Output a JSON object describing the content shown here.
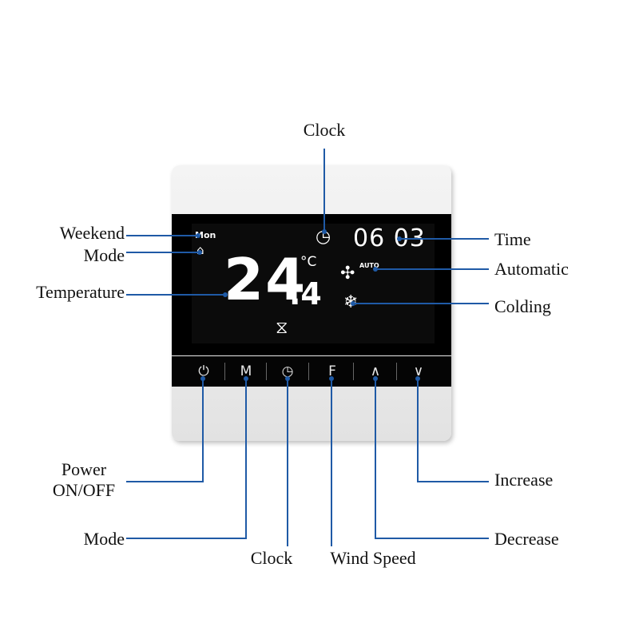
{
  "labels": {
    "clock_top": "Clock",
    "weekend": "Weekend",
    "mode_left": "Mode",
    "temperature": "Temperature",
    "time": "Time",
    "automatic": "Automatic",
    "colding": "Colding",
    "power_line1": "Power",
    "power_line2": "ON/OFF",
    "mode_bottom": "Mode",
    "clock_bottom": "Clock",
    "wind_speed": "Wind Speed",
    "increase": "Increase",
    "decrease": "Decrease"
  },
  "display": {
    "day": "Mon",
    "temperature_int": "24",
    "temperature_dec": ".4",
    "unit": "°C",
    "time": "06 03",
    "fan_mode": "AUTO"
  },
  "buttons": {
    "power": "⏻",
    "mode": "M",
    "clock": "◷",
    "fan": "F",
    "up": "∧",
    "down": "∨"
  },
  "colors": {
    "callout_line": "#1f5aa6",
    "screen": "#000000",
    "device": "#eeeeee"
  }
}
